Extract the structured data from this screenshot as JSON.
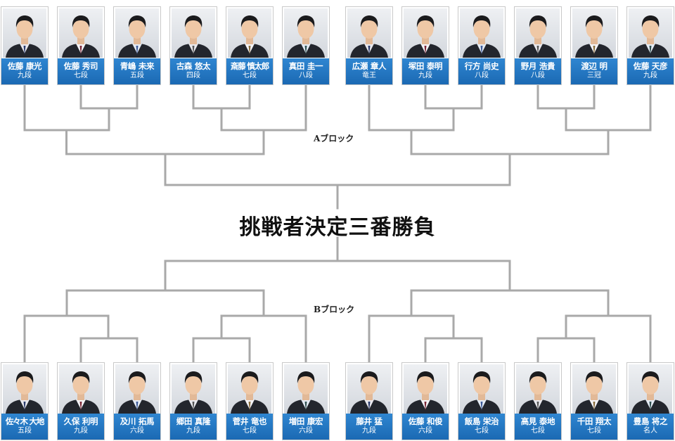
{
  "title": "挑戦者決定三番勝負",
  "block_a_label": "Aブロック",
  "block_b_label": "Bブロック",
  "colors": {
    "line": "#a9a9a9",
    "label_bg": "#1f6fb9",
    "label_text": "#ffffff"
  },
  "top_players": [
    {
      "name": "佐藤 康光",
      "rank": "九段"
    },
    {
      "name": "佐藤 秀司",
      "rank": "七段"
    },
    {
      "name": "青嶋 未来",
      "rank": "五段"
    },
    {
      "name": "古森 悠太",
      "rank": "四段"
    },
    {
      "name": "斎藤 慎太郎",
      "rank": "七段"
    },
    {
      "name": "真田 圭一",
      "rank": "八段"
    },
    {
      "name": "広瀬 章人",
      "rank": "竜王"
    },
    {
      "name": "塚田 泰明",
      "rank": "九段"
    },
    {
      "name": "行方 尚史",
      "rank": "八段"
    },
    {
      "name": "野月 浩貴",
      "rank": "八段"
    },
    {
      "name": "渡辺 明",
      "rank": "三冠"
    },
    {
      "name": "佐藤 天彦",
      "rank": "九段"
    }
  ],
  "bottom_players": [
    {
      "name": "佐々木 大地",
      "rank": "五段"
    },
    {
      "name": "久保 利明",
      "rank": "九段"
    },
    {
      "name": "及川 拓馬",
      "rank": "六段"
    },
    {
      "name": "郷田 真隆",
      "rank": "九段"
    },
    {
      "name": "菅井 竜也",
      "rank": "七段"
    },
    {
      "name": "増田 康宏",
      "rank": "六段"
    },
    {
      "name": "藤井 猛",
      "rank": "九段"
    },
    {
      "name": "佐藤 和俊",
      "rank": "六段"
    },
    {
      "name": "飯島 栄治",
      "rank": "七段"
    },
    {
      "name": "高見 泰地",
      "rank": "七段"
    },
    {
      "name": "千田 翔太",
      "rank": "七段"
    },
    {
      "name": "豊島 将之",
      "rank": "名人"
    }
  ]
}
